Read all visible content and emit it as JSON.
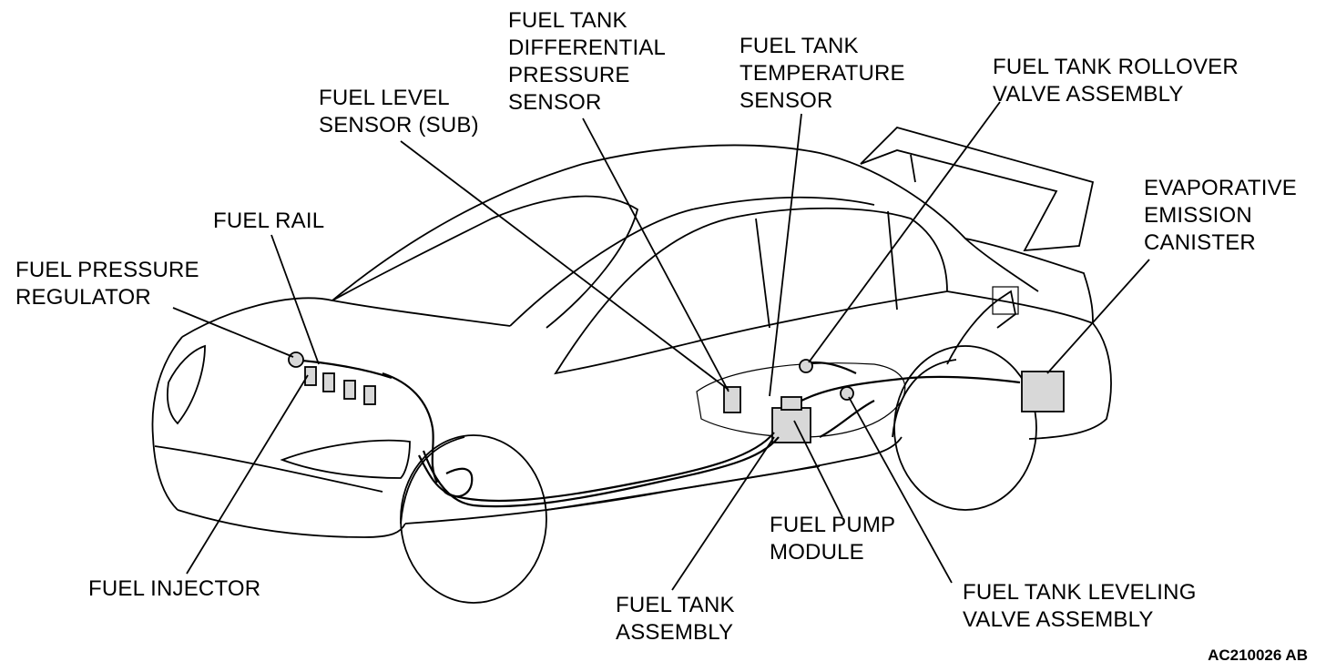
{
  "labels": {
    "fuel_pressure_regulator": [
      "FUEL PRESSURE",
      "REGULATOR"
    ],
    "fuel_rail": [
      "FUEL RAIL"
    ],
    "fuel_level_sensor_sub": [
      "FUEL LEVEL",
      "SENSOR (SUB)"
    ],
    "fuel_tank_differential_pressure_sensor": [
      "FUEL TANK",
      "DIFFERENTIAL",
      "PRESSURE",
      "SENSOR"
    ],
    "fuel_tank_temperature_sensor": [
      "FUEL TANK",
      "TEMPERATURE",
      "SENSOR"
    ],
    "fuel_tank_rollover_valve_assembly": [
      "FUEL TANK ROLLOVER",
      "VALVE ASSEMBLY"
    ],
    "evaporative_emission_canister": [
      "EVAPORATIVE",
      "EMISSION",
      "CANISTER"
    ],
    "fuel_injector": [
      "FUEL INJECTOR"
    ],
    "fuel_tank_assembly": [
      "FUEL TANK",
      "ASSEMBLY"
    ],
    "fuel_pump_module": [
      "FUEL PUMP",
      "MODULE"
    ],
    "fuel_tank_leveling_valve_assembly": [
      "FUEL TANK LEVELING",
      "VALVE ASSEMBLY"
    ]
  },
  "figure_code": "AC210026 AB"
}
